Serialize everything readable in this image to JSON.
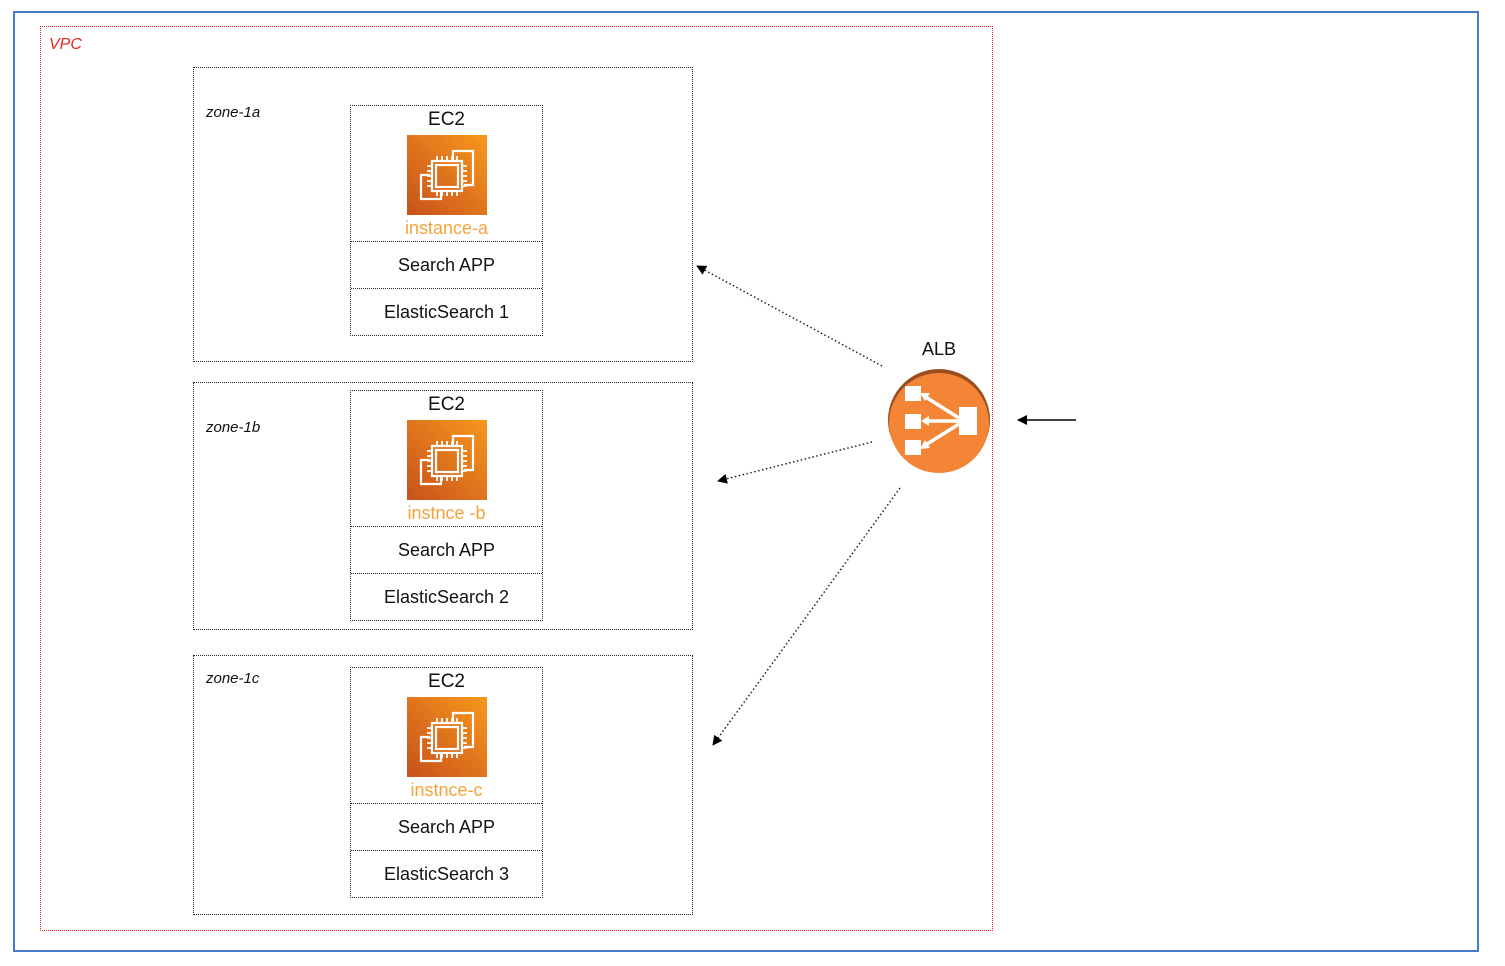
{
  "vpc": {
    "label": "VPC"
  },
  "zones": [
    {
      "label": "zone-1a",
      "ec2": {
        "title": "EC2",
        "instance": "instance-a",
        "app": "Search APP",
        "db": "ElasticSearch 1"
      }
    },
    {
      "label": "zone-1b",
      "ec2": {
        "title": "EC2",
        "instance": "instnce -b",
        "app": "Search APP",
        "db": "ElasticSearch 2"
      }
    },
    {
      "label": "zone-1c",
      "ec2": {
        "title": "EC2",
        "instance": "instnce-c",
        "app": "Search APP",
        "db": "ElasticSearch 3"
      }
    }
  ],
  "alb": {
    "label": "ALB"
  },
  "colors": {
    "vpc_border": "#e8281e",
    "frame_border": "#4a7bc8",
    "ec2_orange_light": "#f7981d",
    "ec2_orange_dark": "#c8511b",
    "instance_text": "#f5a33c",
    "alb_orange": "#f58536"
  }
}
